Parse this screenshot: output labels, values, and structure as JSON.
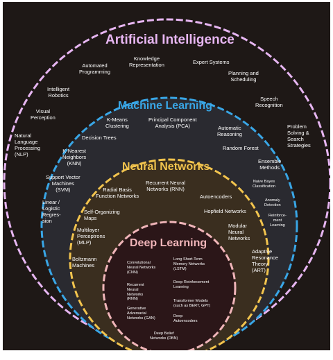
{
  "titles": {
    "ai": "Artificial Intelligence",
    "ml": "Machine Learning",
    "nn": "Neural Networks",
    "dl": "Deep Learning"
  },
  "colors": {
    "background": "#1e1816",
    "ai_ring": "#e7b6f2",
    "ml_ring": "#39a6e6",
    "nn_ring": "#f2c44e",
    "dl_ring": "#f0b5b9",
    "ml_fill": "#2a2a30",
    "nn_fill": "#3a2e1f",
    "dl_fill": "#2b1618",
    "text": "#ffffff"
  },
  "ai_items": {
    "automated_programming": "Automated\nProgramming",
    "knowledge_representation": "Knowledge\nRepresentation",
    "expert_systems": "Expert Systems",
    "planning_scheduling": "Planning and\nScheduling",
    "intelligent_robotics": "Intelligent\nRobotics",
    "speech_recognition": "Speech\nRecognition",
    "visual_perception": "Visual\nPerception",
    "nlp": "Natural\nLanguage\nProcessing\n(NLP)",
    "problem_solving": "Problem\nSolving &\nSearch\nStrategies"
  },
  "ml_items": {
    "kmeans": "K-Means\nClustering",
    "pca": "Principal Component\nAnalysis (PCA)",
    "decision_trees": "Decision Trees",
    "automatic_reasoning": "Automatic\nReasoning",
    "knn": "K-Nearest\nNeighbors\n(KNN)",
    "random_forest": "Random Forest",
    "ensemble_methods": "Ensemble\nMethods",
    "svm": "Support Vector\nMachines\n(SVM)",
    "naive_bayes": "Naive Bayes\nClassification",
    "linear_logistic": "Linear /\nLogistic\nRegres-\nsion",
    "anomaly_detection": "Anomaly\nDetection",
    "reinforcement_learning": "Reinforce-\nment\nLearning"
  },
  "nn_items": {
    "rbf": "Radial Basis\nFunction Networks",
    "rnn": "Recurrent Neural\nNetworks (RNN)",
    "autoencoders": "Autoencoders",
    "som": "Self-Organizing\nMaps",
    "hopfield": "Hopfield Networks",
    "mlp": "Multilayer\nPerceptrons\n(MLP)",
    "modular": "Modular\nNeural\nNetworks",
    "art": "Adaptive\nResonance\nTheory\n(ART)",
    "boltzmann": "Boltzmann\nMachines"
  },
  "dl_items": {
    "cnn": "Convolutional\nNeural Networks\n(CNN)",
    "lstm": "Long Short-Term\nMemory Networks\n(LSTM)",
    "rnn": "Recurrent\nNeural\nNetworks\n(RNN)",
    "drl": "Deep Reinforcement\nLearning",
    "gan": "Generative\nAdversarial\nNetworks (GAN)",
    "transformers": "Transformer Models\n(such as BERT, GPT)",
    "deep_autoencoders": "Deep\nAutoencoders",
    "dbn": "Deep Belief\nNetworks (DBN)"
  }
}
